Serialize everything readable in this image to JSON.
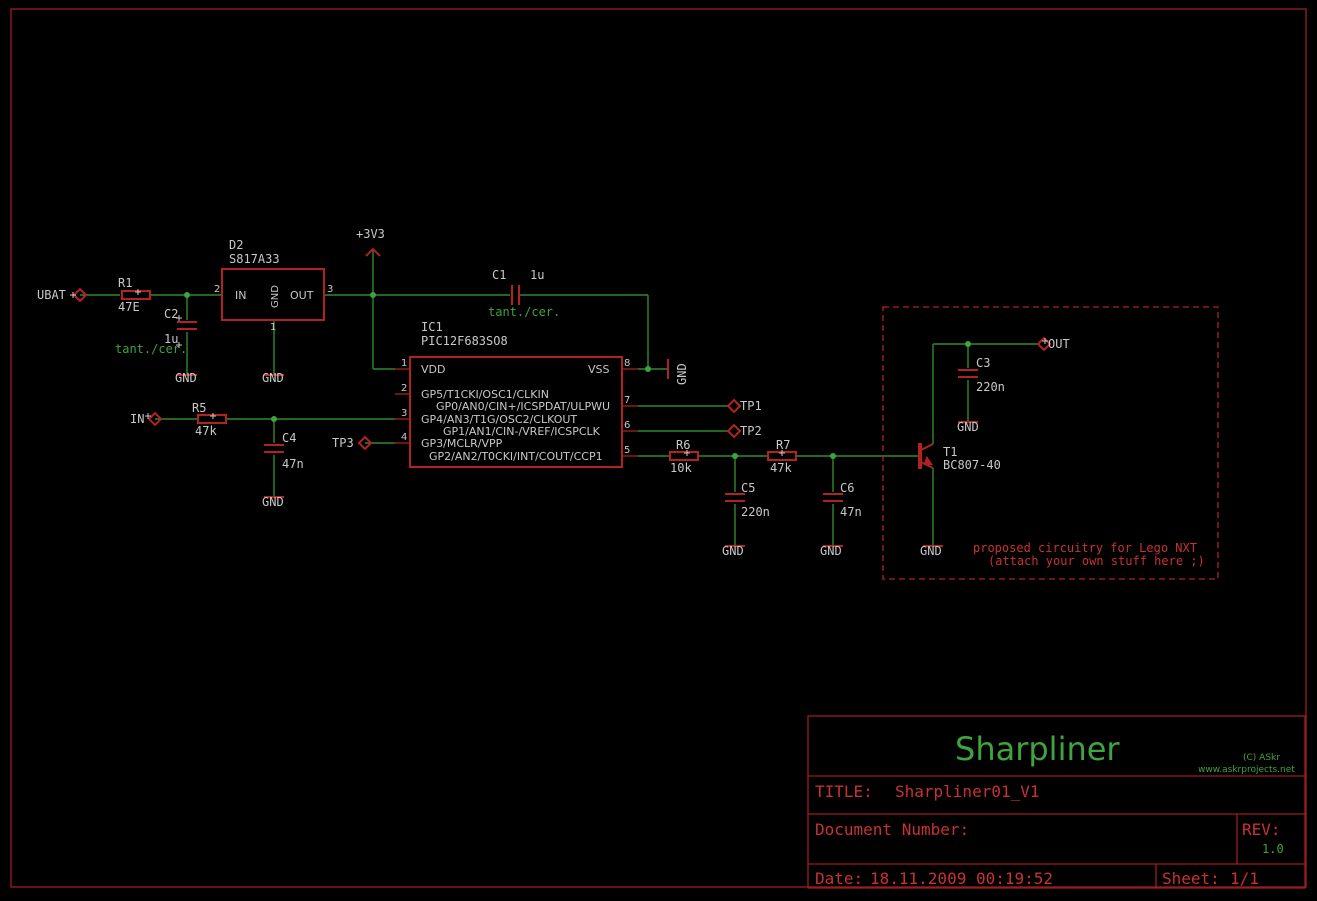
{
  "schematic": {
    "components": {
      "r1": {
        "name": "R1",
        "value": "47E"
      },
      "c2": {
        "name": "C2",
        "value": "1u",
        "note": "tant./cer."
      },
      "d2": {
        "name": "D2",
        "value": "S817A33",
        "pin_in": "IN",
        "pin_gnd": "GND",
        "pin_out": "OUT",
        "pin2": "2",
        "pin3": "3",
        "pin1": "1"
      },
      "c1": {
        "name": "C1",
        "value": "1u",
        "note": "tant./cer."
      },
      "ic1": {
        "name": "IC1",
        "value": "PIC12F683SO8",
        "vdd": "VDD",
        "vss": "VSS",
        "pins_left": [
          "GP5/T1CKI/OSC1/CLKIN",
          "GP4/AN3/T1G/OSC2/CLKOUT",
          "GP3/MCLR/VPP"
        ],
        "pins_right": [
          "GP0/AN0/CIN+/ICSPDAT/ULPWU",
          "GP1/AN1/CIN-/VREF/ICSPCLK",
          "GP2/AN2/T0CKI/INT/COUT/CCP1"
        ],
        "pin_numbers": [
          "1",
          "2",
          "3",
          "4",
          "8",
          "7",
          "6",
          "5"
        ]
      },
      "r5": {
        "name": "R5",
        "value": "47k"
      },
      "c4": {
        "name": "C4",
        "value": "47n"
      },
      "r6": {
        "name": "R6",
        "value": "10k"
      },
      "r7": {
        "name": "R7",
        "value": "47k"
      },
      "c5": {
        "name": "C5",
        "value": "220n"
      },
      "c6": {
        "name": "C6",
        "value": "47n"
      },
      "c3": {
        "name": "C3",
        "value": "220n"
      },
      "t1": {
        "name": "T1",
        "value": "BC807-40"
      }
    },
    "nets": {
      "ubat": "UBAT",
      "in": "IN",
      "tp1": "TP1",
      "tp2": "TP2",
      "tp3": "TP3",
      "out": "OUT",
      "v3v3": "+3V3",
      "gnd": "GND"
    },
    "note_box": {
      "line1": "proposed circuitry for Lego NXT",
      "line2": "(attach your own stuff here ;)"
    }
  },
  "title_block": {
    "logo": "Sharpliner",
    "copyright": "(C) ASkr",
    "website": "www.askrprojects.net",
    "title_label": "TITLE:",
    "title_value": "Sharpliner01_V1",
    "doc_label": "Document Number:",
    "rev_label": "REV:",
    "rev_value": "1.0",
    "date_label": "Date:",
    "date_value": "18.11.2009 00:19:52",
    "sheet_label": "Sheet:",
    "sheet_value": "1/1"
  },
  "colors": {
    "background": "#000000",
    "part": "#b22222",
    "wire": "#2e8b2e",
    "text": "#c8c8c8",
    "accent": "#3fa33f"
  }
}
